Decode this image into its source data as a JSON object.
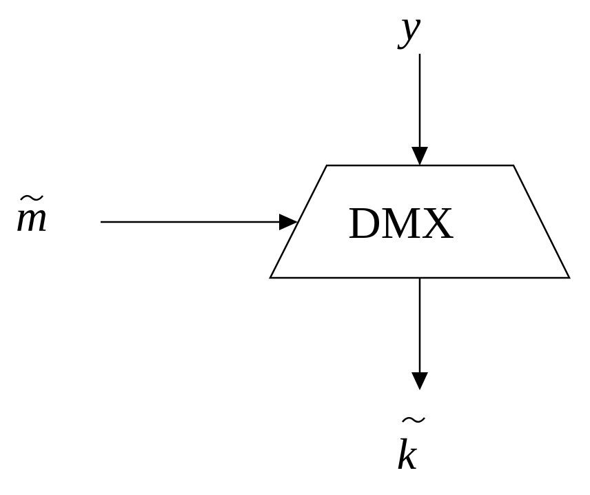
{
  "block": {
    "label": "DMX"
  },
  "inputs": {
    "top": "y",
    "left": "m"
  },
  "output": {
    "bottom": "k"
  }
}
